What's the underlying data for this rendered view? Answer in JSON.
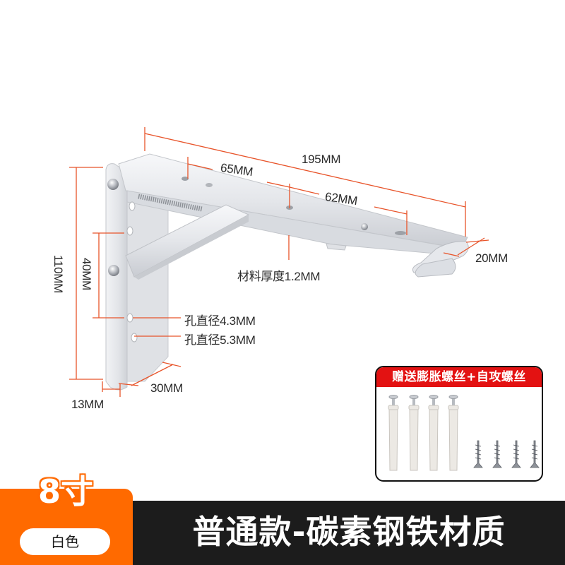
{
  "product": {
    "image_type": "folding shelf bracket product photo with dimensions",
    "colors": {
      "dimension_line": "#e8542a",
      "size_tab": "#ff6a00",
      "title_bar": "#1c1c1c",
      "accessory_header": "#e31212",
      "bracket": "#e6e8ec"
    }
  },
  "dimensions": {
    "length_total": "195MM",
    "hole_spacing_1": "65MM",
    "hole_spacing_2": "62MM",
    "height_total": "110MM",
    "hole_spacing_vertical": "40MM",
    "width_top": "20MM",
    "material_thickness": "材料厚度1.2MM",
    "hole_diameter_small": "孔直径4.3MM",
    "hole_diameter_large": "孔直径5.3MM",
    "width_bottom": "30MM",
    "depth_bottom": "13MM"
  },
  "accessories": {
    "header": "赠送膨胀螺丝+自攻螺丝",
    "items": [
      {
        "type": "expansion-anchor",
        "count": 4
      },
      {
        "type": "self-tapping-screw",
        "count": 4
      }
    ]
  },
  "footer": {
    "size": "8寸",
    "color": "白色",
    "title": "普通款-碳素钢铁材质"
  }
}
